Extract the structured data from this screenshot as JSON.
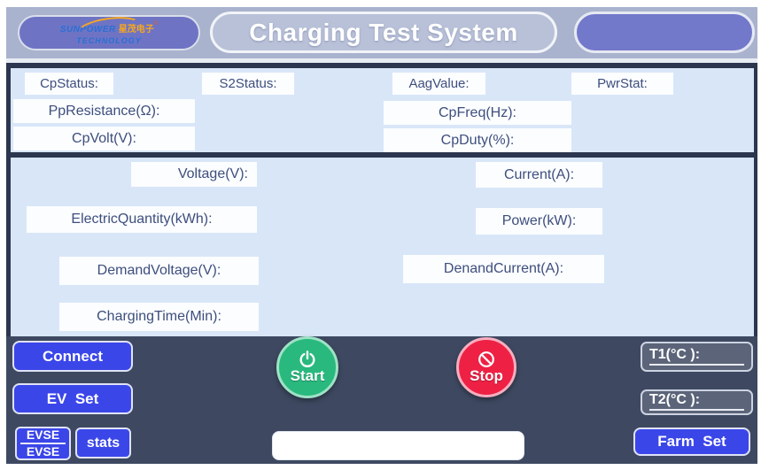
{
  "header": {
    "logo": {
      "line1": "SUNPOWER",
      "line2": "TECHNOLOGY",
      "cn": "星茂电子",
      "reg": "®"
    },
    "title": "Charging Test System"
  },
  "status_panel": {
    "row1": [
      "CpStatus:",
      "S2Status:",
      "AagValue:",
      "PwrStat:"
    ],
    "row2": [
      "PpResistance(Ω):",
      "CpFreq(Hz):"
    ],
    "row3": [
      "CpVolt(V):",
      "CpDuty(%):"
    ]
  },
  "measure_panel": {
    "voltage": "Voltage(V):",
    "current": "Current(A):",
    "electric_quantity": "ElectricQuantity(kWh):",
    "power": "Power(kW):",
    "demand_voltage": "DemandVoltage(V):",
    "demand_current": "DenandCurrent(A):",
    "charging_time": "ChargingTime(Min):"
  },
  "controls": {
    "connect": "Connect",
    "ev_set": "EV  Set",
    "evse_top": "EVSE",
    "evse_bottom": "EVSE",
    "stats": "stats",
    "start": "Start",
    "stop": "Stop",
    "t1": "T1(°C ):",
    "t2": "T2(°C ):",
    "farm_set": "Farm  Set",
    "message_value": ""
  },
  "colors": {
    "header_band": "#a9b3ce",
    "pill_purple": "#7278ca",
    "panel_blue": "#d9e6f8",
    "dark_border": "#2c364f",
    "bottom_bar": "#3e4961",
    "button_blue": "#3b46e9",
    "start_green": "#29b97e",
    "stop_red": "#ee2145",
    "label_text": "#3e4e7d"
  }
}
